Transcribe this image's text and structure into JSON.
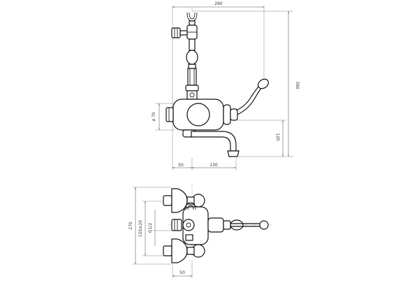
{
  "dimensions": {
    "overall_width": "260",
    "overall_height": "390",
    "spout_height": "120",
    "body_diameter": "ø 70",
    "wall_offset": "50",
    "spout_reach": "130",
    "plan_height": "270",
    "center_distance": "150±20",
    "thread": "G1/2",
    "plan_offset": "50"
  },
  "colors": {
    "line": "#222222",
    "dimension": "#555555",
    "background": "#ffffff"
  }
}
